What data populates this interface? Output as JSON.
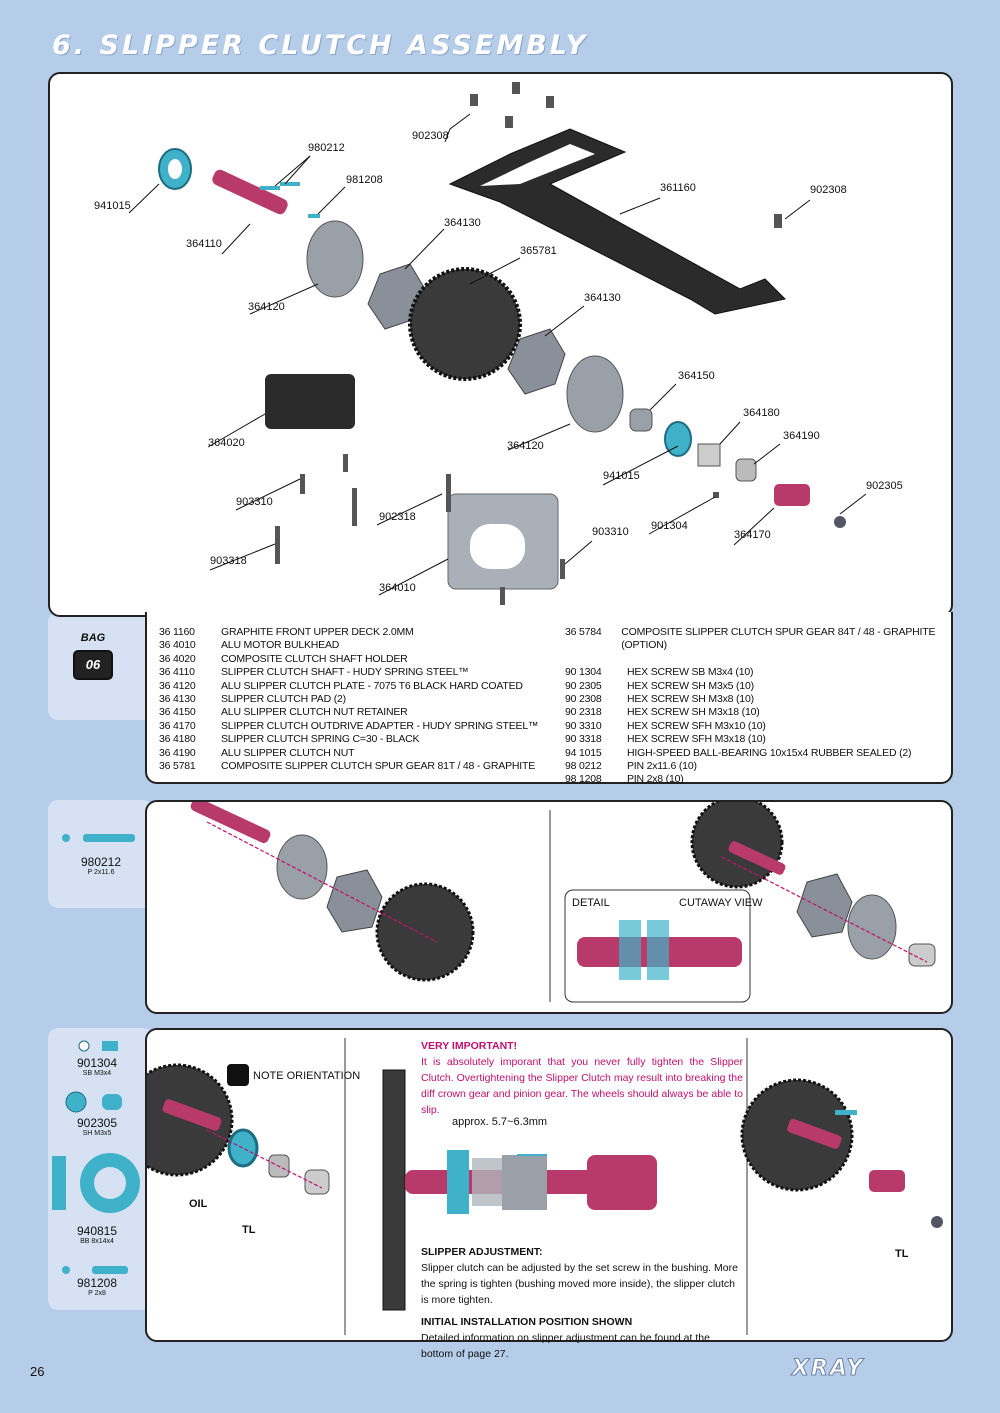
{
  "title": "6. SLIPPER CLUTCH ASSEMBLY",
  "diagram_labels": [
    "902308",
    "980212",
    "981208",
    "941015",
    "364110",
    "364130",
    "365781",
    "361160",
    "902308",
    "364120",
    "364130",
    "364150",
    "364180",
    "364190",
    "364020",
    "364120",
    "941015",
    "902305",
    "903310",
    "902318",
    "903310",
    "901304",
    "364170",
    "903318",
    "364010"
  ],
  "bag": {
    "label": "BAG",
    "number": "06"
  },
  "parts_left": [
    {
      "num": "36 1160",
      "desc": "GRAPHITE FRONT UPPER DECK 2.0MM"
    },
    {
      "num": "36 4010",
      "desc": "ALU MOTOR BULKHEAD"
    },
    {
      "num": "36 4020",
      "desc": "COMPOSITE CLUTCH SHAFT HOLDER"
    },
    {
      "num": "36 4110",
      "desc": "SLIPPER CLUTCH SHAFT - HUDY SPRING STEEL™"
    },
    {
      "num": "36 4120",
      "desc": "ALU SLIPPER CLUTCH PLATE - 7075 T6 BLACK HARD COATED"
    },
    {
      "num": "36 4130",
      "desc": "SLIPPER CLUTCH PAD (2)"
    },
    {
      "num": "36 4150",
      "desc": "ALU SLIPPER CLUTCH NUT RETAINER"
    },
    {
      "num": "36 4170",
      "desc": "SLIPPER CLUTCH OUTDRIVE ADAPTER - HUDY SPRING STEEL™"
    },
    {
      "num": "36 4180",
      "desc": "SLIPPER CLUTCH SPRING C=30 - BLACK"
    },
    {
      "num": "36 4190",
      "desc": "ALU SLIPPER CLUTCH NUT"
    },
    {
      "num": "36 5781",
      "desc": "COMPOSITE SLIPPER CLUTCH SPUR GEAR 81T / 48 - GRAPHITE"
    }
  ],
  "parts_right": [
    {
      "num": "36 5784",
      "desc": "COMPOSITE SLIPPER CLUTCH SPUR GEAR 84T / 48 - GRAPHITE (OPTION)"
    },
    {
      "num": "",
      "desc": ""
    },
    {
      "num": "90 1304",
      "desc": "HEX SCREW  SB M3x4  (10)"
    },
    {
      "num": "90 2305",
      "desc": "HEX SCREW  SH M3x5  (10)"
    },
    {
      "num": "90 2308",
      "desc": "HEX SCREW  SH M3x8  (10)"
    },
    {
      "num": "90 2318",
      "desc": "HEX SCREW  SH M3x18  (10)"
    },
    {
      "num": "90 3310",
      "desc": "HEX SCREW  SFH M3x10  (10)"
    },
    {
      "num": "90 3318",
      "desc": "HEX SCREW  SFH M3x18  (10)"
    },
    {
      "num": "94 1015",
      "desc": "HIGH-SPEED BALL-BEARING 10x15x4 RUBBER SEALED  (2)"
    },
    {
      "num": "98 0212",
      "desc": "PIN 2x11.6  (10)"
    },
    {
      "num": "98 1208",
      "desc": "PIN 2x8  (10)"
    }
  ],
  "step1_side": {
    "code": "980212",
    "sub": "P 2x11.6"
  },
  "detail_box": {
    "left": "DETAIL",
    "right": "CUTAWAY VIEW"
  },
  "step2_side": [
    {
      "code": "901304",
      "sub": "SB M3x4"
    },
    {
      "code": "902305",
      "sub": "SH M3x5"
    },
    {
      "code": "940815",
      "sub": "BB 8x14x4"
    },
    {
      "code": "981208",
      "sub": "P 2x8"
    }
  ],
  "note_orientation": "NOTE ORIENTATION",
  "markers": {
    "oil": "OIL",
    "tl": "TL"
  },
  "important": {
    "heading": "VERY IMPORTANT!",
    "text": "It is absolutely imporant that you never fully tighten the Slipper Clutch. Overtightening the Slipper Clutch may result into breaking the diff crown gear and pinion gear. The wheels should always be able to slip."
  },
  "approx": "approx. 5.7~6.3mm",
  "adjust": {
    "heading": "SLIPPER ADJUSTMENT:",
    "text": "Slipper clutch can be adjusted by the set screw in the bushing. More the spring is tighten (bushing moved more inside), the slipper clutch is more tighten."
  },
  "initial": {
    "heading": "INITIAL INSTALLATION POSITION SHOWN",
    "text": "Detailed information on slipper adjustment can be found at the bottom of page 27."
  },
  "page_number": "26",
  "brand": "XRAY",
  "colors": {
    "accent": "#c0106e",
    "part_blue": "#3fb2c9",
    "part_pink": "#b83a6a",
    "bg": "#b6cdea"
  }
}
